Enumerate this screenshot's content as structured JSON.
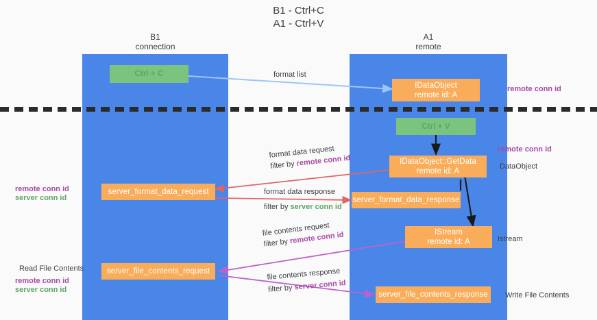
{
  "diagram": {
    "title": "B1 - Ctrl+C\nA1 - Ctrl+V",
    "columns": [
      {
        "id": "b1",
        "label": "B1\nconnection"
      },
      {
        "id": "a1",
        "label": "A1\nremote"
      }
    ],
    "colors": {
      "lane": "#4a86e8",
      "node_green": "#7bc47f",
      "node_orange": "#f9ad5a",
      "remote_conn_id": "#a64ca6",
      "server_conn_id": "#5fa463",
      "arrow_blue": "#9fc5f8",
      "arrow_black": "#1a1a1a",
      "arrow_red": "#e06666",
      "arrow_magenta": "#c061cb",
      "divider": "#2b2b2b"
    },
    "nodes": {
      "ctrl_c": {
        "label": "Ctrl + C",
        "sub": ""
      },
      "idataobject": {
        "label": "IDataObject",
        "sub": "remote id: A"
      },
      "ctrl_v": {
        "label": "Ctrl + V",
        "sub": ""
      },
      "getdata": {
        "label": "IDataObject::GetData",
        "sub": "remote id: A"
      },
      "server_format_data_request": {
        "label": "server_format_data_request",
        "sub": ""
      },
      "server_format_data_response": {
        "label": "server_format_data_response",
        "sub": ""
      },
      "istream": {
        "label": "IStream",
        "sub": "remote id: A"
      },
      "server_file_contents_request": {
        "label": "server_file_contents_request",
        "sub": ""
      },
      "server_file_contents_response": {
        "label": "server_file_contents_response",
        "sub": ""
      }
    },
    "edge_labels": {
      "format_list": "format list",
      "format_data_request": "format data request",
      "format_data_request_filter_prefix": "filter by ",
      "format_data_request_filter_key": "remote conn id",
      "format_data_response": "format data response",
      "format_data_response_filter_prefix": "filter by ",
      "format_data_response_filter_key": "server conn id",
      "file_contents_request": "file contents request",
      "file_contents_request_filter_prefix": "filter by ",
      "file_contents_request_filter_key": "remote conn id",
      "file_contents_response": "file contents response",
      "file_contents_response_filter_prefix": "filter by ",
      "file_contents_response_filter_key": "server conn id"
    },
    "annotations": {
      "right_remote_conn_id_top": "remote conn id",
      "right_remote_conn_id_mid": "remote conn id",
      "right_dataobject": "DataObject",
      "right_istream": "Istream",
      "right_write_file_contents": "Write File Contents",
      "left_remote_conn_id": "remote conn id",
      "left_server_conn_id": "server conn id",
      "left_read_file_contents": "Read File Contents",
      "left_remote_conn_id_2": "remote conn id",
      "left_server_conn_id_2": "server conn id"
    }
  }
}
